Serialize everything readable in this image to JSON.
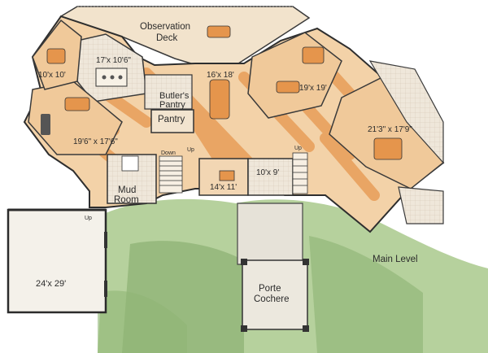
{
  "labels": {
    "observation_deck_1": "Observation",
    "observation_deck_2": "Deck",
    "kitchen_dim": "17'x 10'6\"",
    "nook_dim": "10'x 10'",
    "dining_dim": "16'x 18'",
    "butlers_pantry_1": "Butler's",
    "butlers_pantry_2": "Pantry",
    "pantry": "Pantry",
    "great_room_dim": "19'x 19'",
    "family_dim": "19'6\" x 17'6\"",
    "master_dim": "21'3\" x 17'9\"",
    "mud_room_1": "Mud",
    "mud_room_2": "Room",
    "study_dim": "14'x 11'",
    "foyer_dim": "10'x 9'",
    "garage_dim": "24'x 29'",
    "porte_cochere_1": "Porte",
    "porte_cochere_2": "Cochere",
    "main_level": "Main Level",
    "down": "Down",
    "up": "Up",
    "up2": "Up",
    "up3": "Up"
  },
  "colors": {
    "wall": "#3a3a3a",
    "floor_wood": "#e9a05a",
    "floor_light": "#f4d3ad",
    "floor_tile": "#ece3d6",
    "grass": "#9ec17f",
    "grass_dark": "#6f9a5a",
    "paving": "#d8d4c8"
  }
}
